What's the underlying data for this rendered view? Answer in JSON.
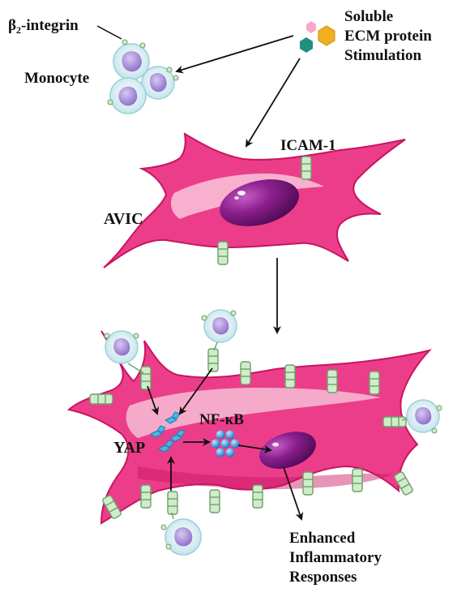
{
  "labels": {
    "b2_integrin_prefix": "β",
    "b2_integrin_sub": "2",
    "b2_integrin_suffix": "-integrin",
    "monocyte": "Monocyte",
    "stimulus_line1": "Soluble",
    "stimulus_line2": "ECM protein",
    "stimulus_line3": "Stimulation",
    "icam1": "ICAM-1",
    "avic": "AVIC",
    "nfkb": "NF-κB",
    "yap": "YAP",
    "response_line1": "Enhanced",
    "response_line2": "Inflammatory",
    "response_line3": "Responses"
  },
  "colors": {
    "cell_body": "#ec3d8a",
    "cell_outline": "#c8155f",
    "cell_highlight": "#fbd8e6",
    "nucleus": "#7d157e",
    "monocyte_body": "#cfe9ee",
    "monocyte_nucleus": "#a58ad6",
    "receptor": "#9fd29a",
    "yap": "#4ab4e6",
    "nfkb": "#2f8ed2",
    "hexagon_pink": "#f7a8c4",
    "hexagon_teal": "#1f8f7e",
    "hexagon_yellow": "#f2b01e"
  }
}
